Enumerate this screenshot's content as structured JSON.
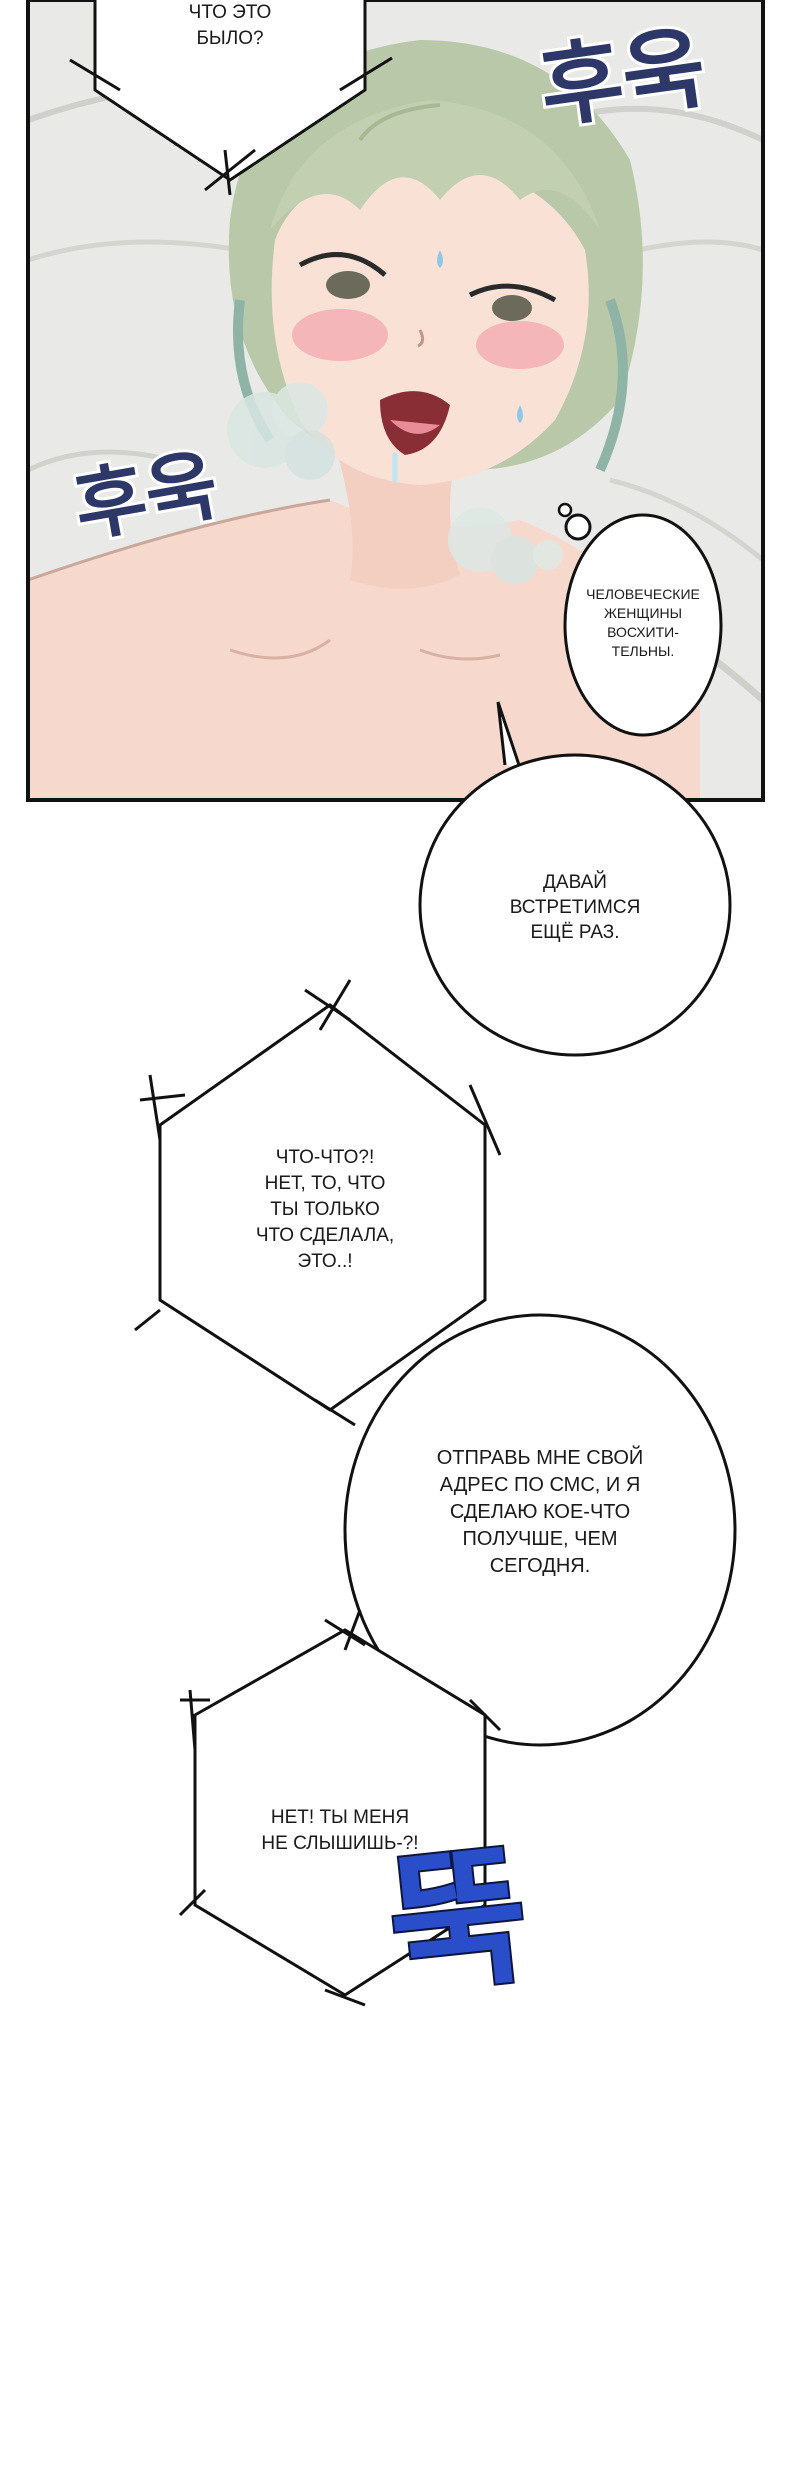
{
  "panel": {
    "bg_sheet": "#e9e9e7",
    "skin": "#f6d9cc",
    "hair": "#b9c8a8",
    "hair_shade": "#8fb3a7",
    "blush": "#f2a7ae",
    "sfx_color": "#2d3868",
    "sfx_blue": "#2a4ec9"
  },
  "bubbles": {
    "top": "ЧТО ЭТО\nБЫЛО?",
    "thought": "ЧЕЛОВЕЧЕСКИЕ\nЖЕНЩИНЫ\nВОСХИТИ-\nТЕЛЬНЫ.",
    "meet_again": "ДАВАЙ\nВСТРЕТИМСЯ\nЕЩЁ РАЗ.",
    "what_what": "ЧТО-ЧТО?!\nНЕТ, ТО, ЧТО\nТЫ ТОЛЬКО\nЧТО СДЕЛАЛА,\nЭТО..!",
    "send_address": "ОТПРАВЬ МНЕ СВОЙ\nАДРЕС ПО СМС, И Я\nСДЕЛАЮ КОЕ-ЧТО\nПОЛУЧШЕ, ЧЕМ\nСЕГОДНЯ.",
    "no_hear": "НЕТ! ТЫ МЕНЯ\nНЕ СЛЫШИШЬ-?!"
  },
  "sfx": {
    "huk_top": "후욱",
    "huk_left": "후욱",
    "ttuk": "뚝"
  }
}
